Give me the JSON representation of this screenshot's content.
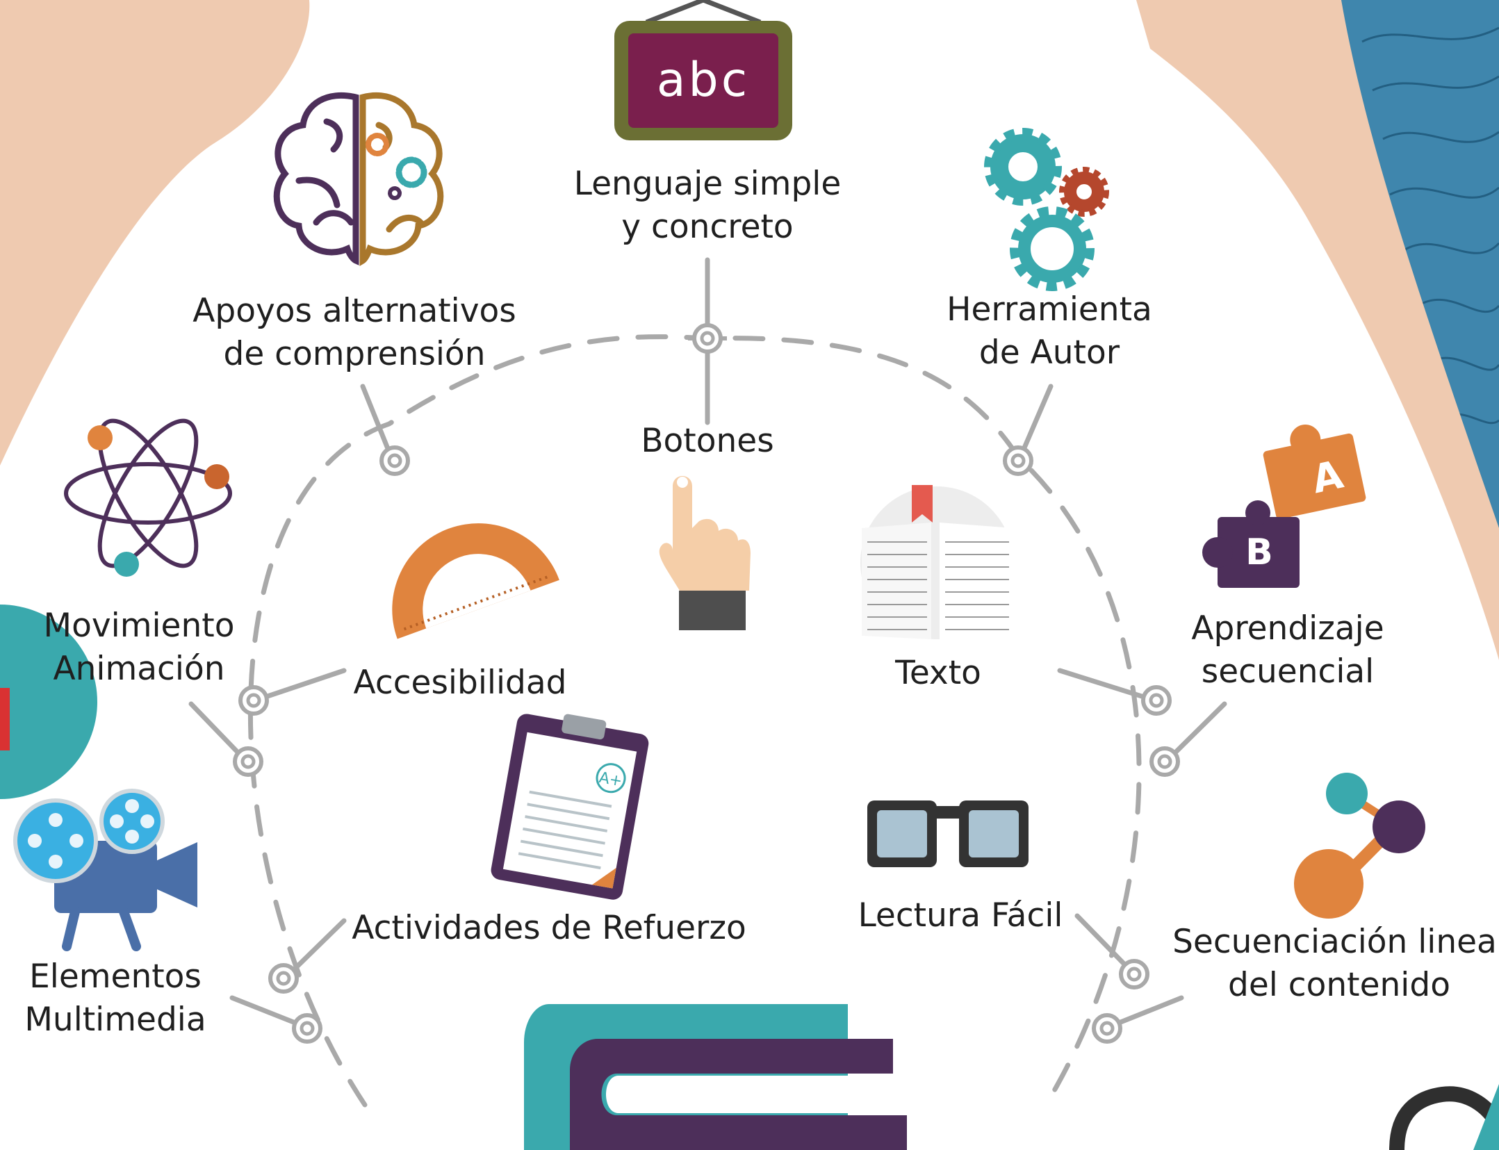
{
  "colors": {
    "skin": "#efcab0",
    "water": "#3f86ad",
    "water_line": "#235f82",
    "connector": "#a9a9a9",
    "purple": "#4d2f5a",
    "orange": "#e0843e",
    "teal": "#3aa9ad",
    "text": "#1f1f1f"
  },
  "board": {
    "text": "abc"
  },
  "nodes": [
    {
      "id": "lenguaje",
      "lines": [
        "Lenguaje simple",
        "y concreto"
      ],
      "icon": "chalkboard-icon"
    },
    {
      "id": "apoyos",
      "lines": [
        "Apoyos alternativos",
        "de comprensión"
      ],
      "icon": "brain-icon"
    },
    {
      "id": "herramienta",
      "lines": [
        "Herramienta",
        "de Autor"
      ],
      "icon": "gears-icon"
    },
    {
      "id": "botones",
      "lines": [
        "Botones"
      ],
      "icon": "pointing-hand-icon"
    },
    {
      "id": "movimiento",
      "lines": [
        "Movimiento",
        "Animación"
      ],
      "icon": "atom-icon"
    },
    {
      "id": "accesibilidad",
      "lines": [
        "Accesibilidad"
      ],
      "icon": "protractor-icon"
    },
    {
      "id": "texto",
      "lines": [
        "Texto"
      ],
      "icon": "open-book-icon"
    },
    {
      "id": "aprendizaje",
      "lines": [
        "Aprendizaje",
        "secuencial"
      ],
      "icon": "puzzle-icon"
    },
    {
      "id": "actividades",
      "lines": [
        "Actividades de Refuerzo"
      ],
      "icon": "clipboard-icon"
    },
    {
      "id": "lectura",
      "lines": [
        "Lectura Fácil"
      ],
      "icon": "glasses-icon"
    },
    {
      "id": "elementos",
      "lines": [
        "Elementos",
        "Multimedia"
      ],
      "icon": "movie-camera-icon"
    },
    {
      "id": "secuenciacion",
      "lines": [
        "Secuenciación lineal",
        "del contenido"
      ],
      "icon": "molecule-icon"
    }
  ]
}
